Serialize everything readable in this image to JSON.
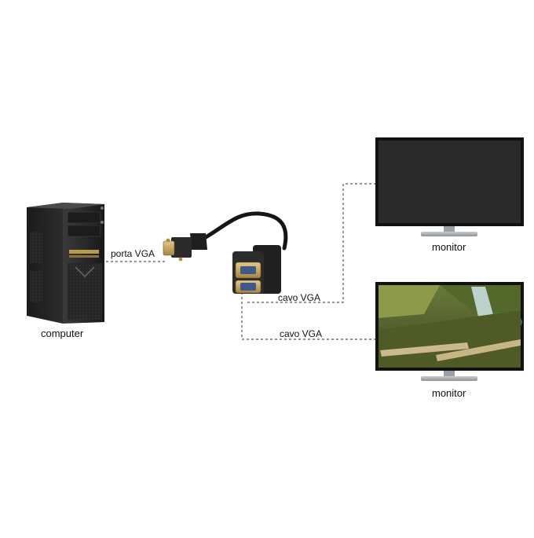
{
  "labels": {
    "port": "porta VGA",
    "cable_top": "cavo VGA",
    "cable_bottom": "cavo VGA",
    "computer": "computer",
    "monitor_top": "monitor",
    "monitor_bottom": "monitor"
  }
}
